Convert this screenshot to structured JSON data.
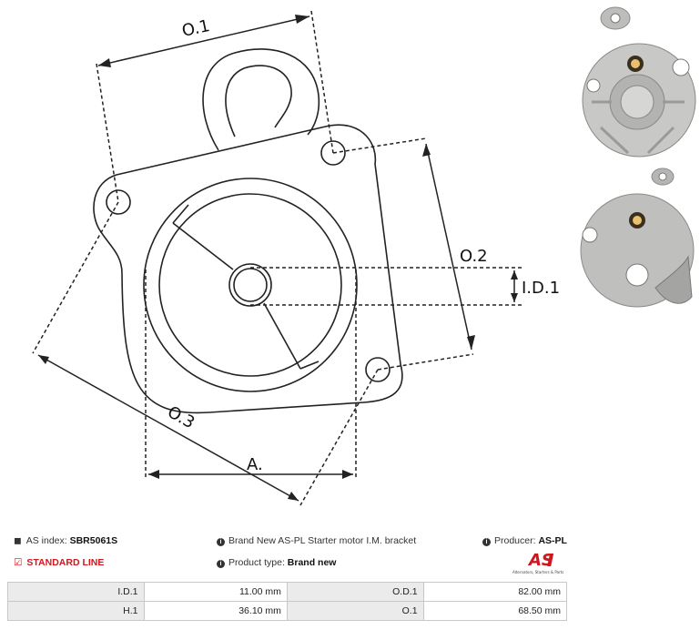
{
  "dimension_labels": {
    "o1": "O.1",
    "o2": "O.2",
    "o3": "O.3",
    "id1": "I.D.1",
    "a": "A."
  },
  "info": {
    "as_index_label": "AS index:",
    "as_index_value": "SBR5061S",
    "line": "STANDARD LINE",
    "description": "Brand New AS-PL Starter motor I.M. bracket",
    "product_type_label": "Product type:",
    "product_type_value": "Brand new",
    "producer_label": "Producer:",
    "producer_value": "AS-PL",
    "logo_text": "AS",
    "logo_tagline": "Alternators, Starters & Parts"
  },
  "specs": [
    {
      "label1": "I.D.1",
      "value1": "11.00 mm",
      "label2": "O.D.1",
      "value2": "82.00 mm"
    },
    {
      "label1": "H.1",
      "value1": "36.10  mm",
      "label2": "O.1",
      "value2": "68.50  mm"
    }
  ],
  "colors": {
    "brand_red": "#d0161e",
    "line_dark": "#222222",
    "table_label_bg": "#ebebeb"
  }
}
